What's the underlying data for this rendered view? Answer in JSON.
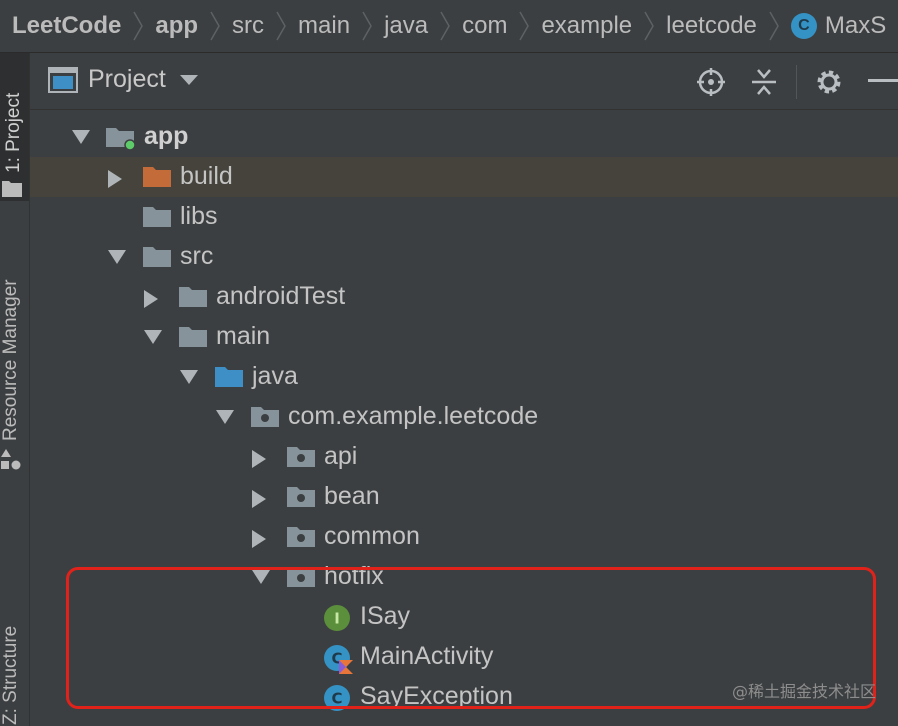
{
  "breadcrumb": {
    "items": [
      "LeetCode",
      "app",
      "src",
      "main",
      "java",
      "com",
      "example",
      "leetcode",
      "MaxS"
    ]
  },
  "left_toolbar": {
    "tabs": [
      "1: Project",
      "Resource Manager",
      "Z: Structure"
    ]
  },
  "project_panel": {
    "title": "Project",
    "tree": [
      {
        "label": "app",
        "depth": 0,
        "expanded": true,
        "type": "module"
      },
      {
        "label": "build",
        "depth": 1,
        "expanded": false,
        "type": "folder-excluded",
        "selected": true
      },
      {
        "label": "libs",
        "depth": 1,
        "type": "folder"
      },
      {
        "label": "src",
        "depth": 1,
        "expanded": true,
        "type": "folder"
      },
      {
        "label": "androidTest",
        "depth": 2,
        "expanded": false,
        "type": "folder"
      },
      {
        "label": "main",
        "depth": 2,
        "expanded": true,
        "type": "folder"
      },
      {
        "label": "java",
        "depth": 3,
        "expanded": true,
        "type": "source-root"
      },
      {
        "label": "com.example.leetcode",
        "depth": 4,
        "expanded": true,
        "type": "package"
      },
      {
        "label": "api",
        "depth": 5,
        "expanded": false,
        "type": "package"
      },
      {
        "label": "bean",
        "depth": 5,
        "expanded": false,
        "type": "package"
      },
      {
        "label": "common",
        "depth": 5,
        "expanded": false,
        "type": "package"
      },
      {
        "label": "hotfix",
        "depth": 5,
        "expanded": true,
        "type": "package"
      },
      {
        "label": "ISay",
        "depth": 6,
        "type": "interface"
      },
      {
        "label": "MainActivity",
        "depth": 6,
        "type": "kotlin-class"
      },
      {
        "label": "SayException",
        "depth": 6,
        "type": "class"
      }
    ]
  },
  "watermark": "@稀土掘金技术社区",
  "colors": {
    "background": "#3c3f41",
    "selected_row": "#45433b",
    "folder": "#87939a",
    "excluded_folder": "#c36c3a",
    "source_root": "#3d8fc6",
    "interface_badge": "#5b8f3b",
    "class_badge": "#3592c4",
    "highlight": "#e0221b"
  }
}
